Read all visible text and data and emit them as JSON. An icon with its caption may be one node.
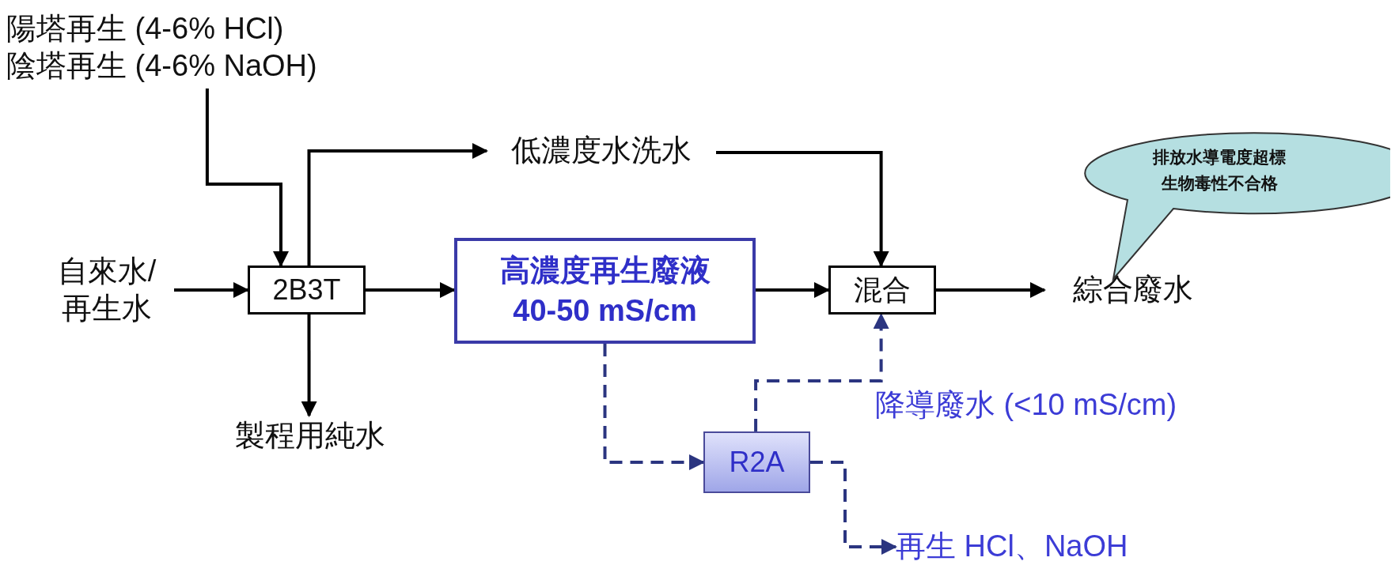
{
  "diagram": {
    "nodes": [
      {
        "text": [
          "陽塔再生 (4-6% HCl)",
          "陰塔再生 (4-6% NaOH)"
        ]
      },
      {
        "text": [
          "自來水/ 再生水"
        ]
      },
      {
        "text": [
          "2B3T"
        ]
      },
      {
        "text": [
          "低濃度水洗水"
        ]
      },
      {
        "text": [
          "製程用純水"
        ]
      },
      {
        "text": [
          "高濃度再生廢液",
          "40-50 mS/cm"
        ]
      },
      {
        "text": [
          "混合"
        ]
      },
      {
        "text": [
          "綜合廢水"
        ]
      },
      {
        "text": [
          "排放水導電度超標",
          "生物毒性不合格"
        ]
      },
      {
        "text": [
          "R2A"
        ]
      },
      {
        "text": [
          "再生 HCl、NaOH"
        ]
      }
    ],
    "edges": [
      {
        "from": 0,
        "to": 2,
        "arrow": "to"
      },
      {
        "from": 1,
        "to": 2,
        "arrow": "to"
      },
      {
        "from": 2,
        "to": 3,
        "arrow": "to"
      },
      {
        "from": 2,
        "to": 4,
        "arrow": "to"
      },
      {
        "from": 2,
        "to": 5,
        "arrow": "to"
      },
      {
        "from": 3,
        "to": 6,
        "arrow": "to"
      },
      {
        "from": 5,
        "to": 6,
        "arrow": "to"
      },
      {
        "from": 6,
        "to": 7,
        "arrow": "to"
      },
      {
        "from": 5,
        "to": 9,
        "arrow": "to",
        "style": "dashed",
        "color": "#2b3580"
      },
      {
        "from": 9,
        "to": 6,
        "arrow": "to",
        "style": "dashed",
        "color": "#2b3580",
        "label": "降導廢水 (<10 mS/cm)"
      },
      {
        "from": 9,
        "to": 10,
        "arrow": "to",
        "style": "dashed",
        "color": "#2b3580"
      }
    ]
  }
}
